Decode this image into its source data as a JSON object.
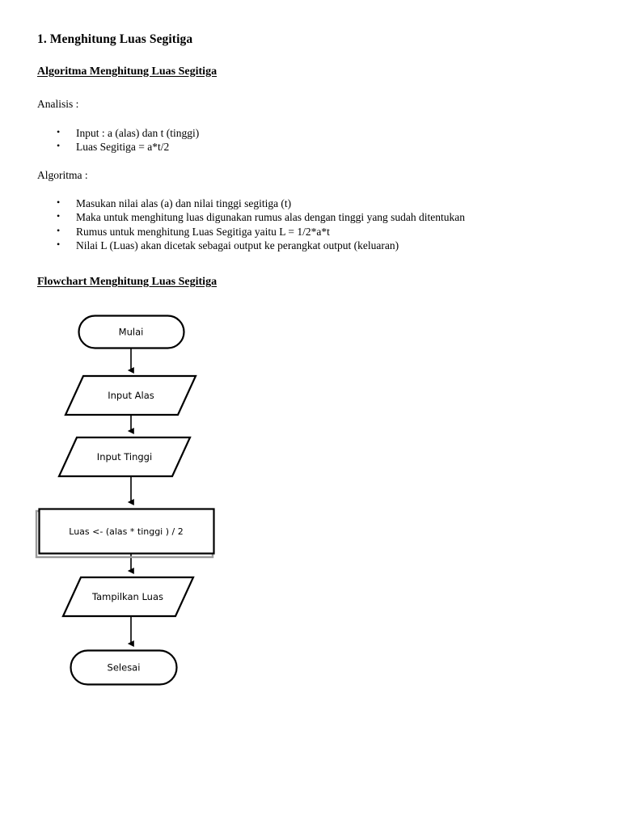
{
  "document": {
    "title": "1. Menghitung Luas Segitiga",
    "section_heading": "Algoritma Menghitung Luas Segitiga",
    "analysis_label": "Analisis :",
    "analysis_items": [
      "Input : a (alas) dan t (tinggi)",
      "Luas Segitiga = a*t/2"
    ],
    "algorithm_label": "Algoritma :",
    "algorithm_items": [
      "Masukan nilai alas (a) dan nilai tinggi segitiga (t)",
      "Maka untuk menghitung luas digunakan rumus alas dengan tinggi yang sudah ditentukan",
      "Rumus untuk menghitung Luas Segitiga yaitu L = 1/2*a*t",
      "Nilai L (Luas) akan dicetak sebagai output ke perangkat output (keluaran)"
    ],
    "flowchart_heading": "Flowchart Menghitung Luas Segitiga"
  },
  "flowchart": {
    "nodes": [
      {
        "id": "start",
        "shape": "terminator",
        "label": "Mulai"
      },
      {
        "id": "in_alas",
        "shape": "parallelogram",
        "label": "Input Alas"
      },
      {
        "id": "in_tinggi",
        "shape": "parallelogram",
        "label": "Input Tinggi"
      },
      {
        "id": "process",
        "shape": "rectangle",
        "label": "Luas <- (alas * tinggi ) / 2"
      },
      {
        "id": "output",
        "shape": "parallelogram",
        "label": "Tampilkan Luas"
      },
      {
        "id": "end",
        "shape": "terminator",
        "label": "Selesai"
      }
    ],
    "edges": [
      {
        "from": "start",
        "to": "in_alas"
      },
      {
        "from": "in_alas",
        "to": "in_tinggi"
      },
      {
        "from": "in_tinggi",
        "to": "process"
      },
      {
        "from": "process",
        "to": "output"
      },
      {
        "from": "output",
        "to": "end"
      }
    ],
    "colors": {
      "stroke": "#000000",
      "fill": "#ffffff",
      "shadow": "#9a9a9a"
    }
  }
}
